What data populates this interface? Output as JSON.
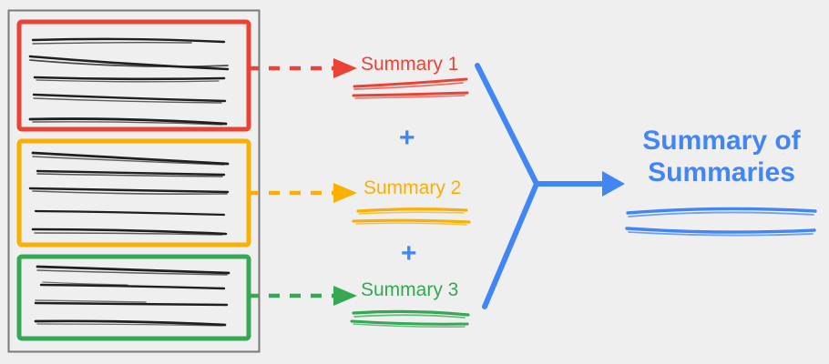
{
  "background_color": "#efefef",
  "document_panel": {
    "name": "source-documents-panel",
    "frame_color": "#7a7a7a",
    "groups": [
      {
        "id": "group-1",
        "color": "#ea4335",
        "color_name": "red",
        "line_count": 5
      },
      {
        "id": "group-2",
        "color": "#fbaf00",
        "color_name": "amber",
        "line_count": 5
      },
      {
        "id": "group-3",
        "color": "#34a853",
        "color_name": "green",
        "line_count": 4
      }
    ]
  },
  "connectors": [
    {
      "name": "arrow-red",
      "style": "dashed",
      "color": "#ea4335"
    },
    {
      "name": "arrow-amber",
      "style": "dashed",
      "color": "#fbaf00"
    },
    {
      "name": "arrow-green",
      "style": "dashed",
      "color": "#34a853"
    },
    {
      "name": "merge-arrow-blue",
      "style": "solid",
      "color": "#4285f4"
    }
  ],
  "summaries": [
    {
      "label": "Summary 1",
      "color": "#ea4335",
      "underline_count": 2
    },
    {
      "label": "Summary 2",
      "color": "#fbaf00",
      "underline_count": 2
    },
    {
      "label": "Summary 3",
      "color": "#34a853",
      "underline_count": 2
    }
  ],
  "operators": [
    {
      "symbol": "+",
      "color": "#4285f4"
    },
    {
      "symbol": "+",
      "color": "#4285f4"
    }
  ],
  "final": {
    "line1": "Summary of",
    "line2": "Summaries",
    "color": "#4285f4",
    "underline_count": 2
  }
}
